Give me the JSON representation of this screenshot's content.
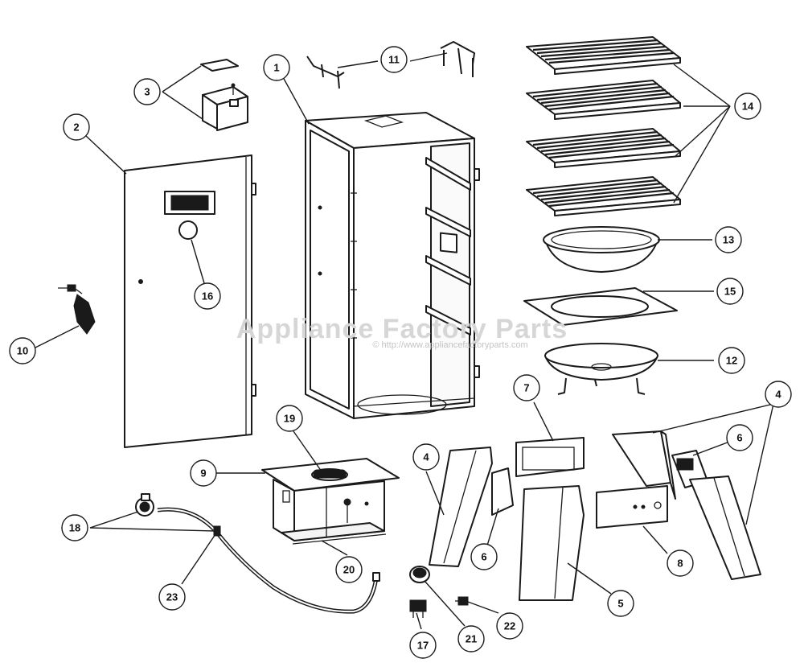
{
  "watermark": {
    "title": "Appliance Factory Parts",
    "url": "© http://www.appliancefactoryparts.com"
  },
  "callouts": [
    {
      "id": "c1",
      "label": "1"
    },
    {
      "id": "c2",
      "label": "2"
    },
    {
      "id": "c3",
      "label": "3"
    },
    {
      "id": "c4a",
      "label": "4"
    },
    {
      "id": "c4b",
      "label": "4"
    },
    {
      "id": "c5",
      "label": "5"
    },
    {
      "id": "c6a",
      "label": "6"
    },
    {
      "id": "c6b",
      "label": "6"
    },
    {
      "id": "c7",
      "label": "7"
    },
    {
      "id": "c8",
      "label": "8"
    },
    {
      "id": "c9",
      "label": "9"
    },
    {
      "id": "c10",
      "label": "10"
    },
    {
      "id": "c11",
      "label": "11"
    },
    {
      "id": "c12",
      "label": "12"
    },
    {
      "id": "c13",
      "label": "13"
    },
    {
      "id": "c14",
      "label": "14"
    },
    {
      "id": "c15",
      "label": "15"
    },
    {
      "id": "c16",
      "label": "16"
    },
    {
      "id": "c17",
      "label": "17"
    },
    {
      "id": "c18",
      "label": "18"
    },
    {
      "id": "c19",
      "label": "19"
    },
    {
      "id": "c20",
      "label": "20"
    },
    {
      "id": "c21",
      "label": "21"
    },
    {
      "id": "c22",
      "label": "22"
    },
    {
      "id": "c23",
      "label": "23"
    }
  ]
}
